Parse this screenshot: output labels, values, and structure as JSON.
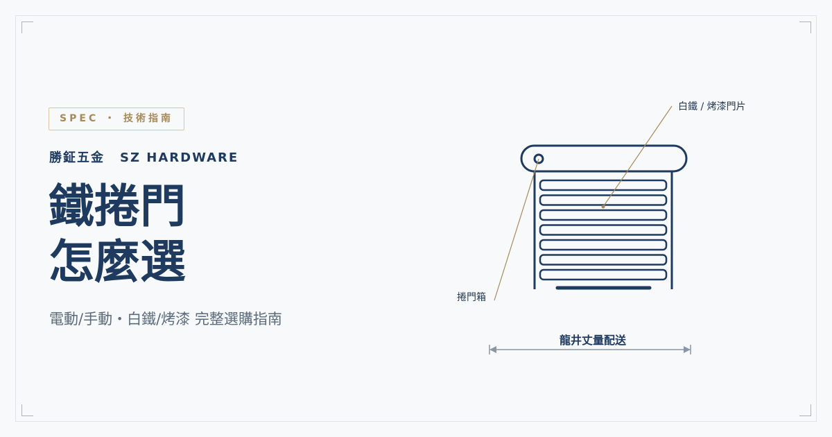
{
  "tag": "SPEC ・ 技術指南",
  "brand": {
    "zh": "勝鉦五金",
    "en": "SZ HARDWARE"
  },
  "title": {
    "line1": "鐵捲門",
    "line2": "怎麼選"
  },
  "subtitle": "電動/手動・白鐵/烤漆 完整選購指南",
  "diagram": {
    "label_panel": "白鐵 / 烤漆門片",
    "label_box": "捲門箱",
    "label_measure": "龍井丈量配送",
    "slat_count": 7
  },
  "colors": {
    "navy": "#1e3a5f",
    "gold": "#a88a59",
    "gray": "#8a96a3",
    "background": "#f7f9fb"
  }
}
